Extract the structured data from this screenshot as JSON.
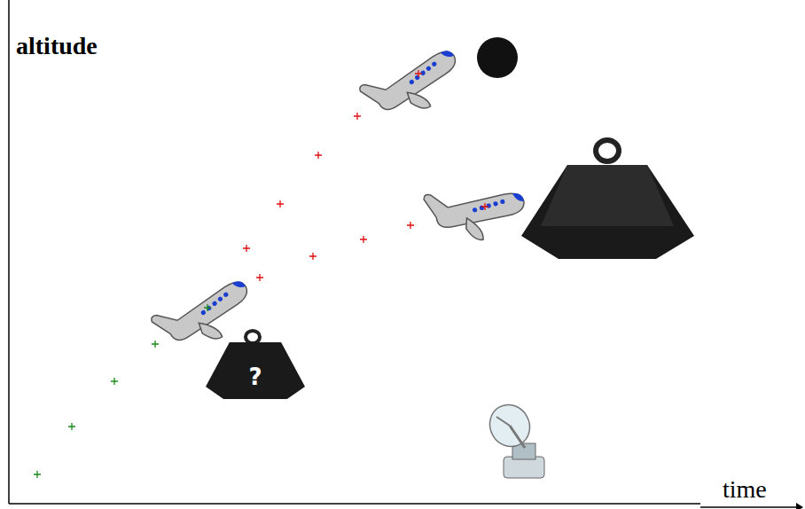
{
  "diagram": {
    "nodes": [
      {
        "text": [
          "?"
        ]
      }
    ],
    "labels": [
      "altitude",
      "time"
    ]
  }
}
